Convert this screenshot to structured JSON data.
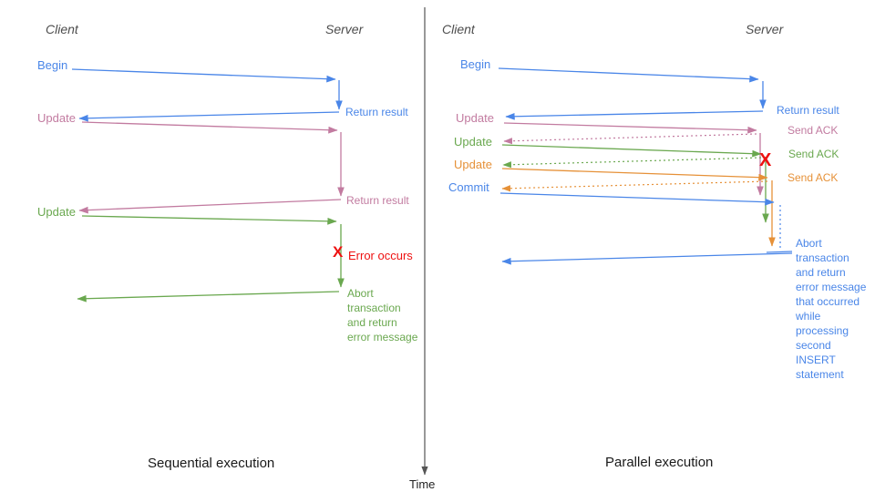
{
  "palette": {
    "blue": "#4a86e8",
    "pink": "#c27ba0",
    "green": "#6aa84f",
    "orange": "#e69138",
    "red": "#ee1111",
    "axis": "#555555"
  },
  "left": {
    "client_header": "Client",
    "server_header": "Server",
    "caption": "Sequential execution",
    "begin_label": "Begin",
    "return_result1": "Return result",
    "update1_label": "Update",
    "return_result2": "Return result",
    "update2_label": "Update",
    "error_marker": "X",
    "error_label": "Error occurs",
    "abort_note_lines": [
      "Abort",
      "transaction",
      "and return",
      "error message"
    ]
  },
  "right": {
    "client_header": "Client",
    "server_header": "Server",
    "caption": "Parallel execution",
    "begin_label": "Begin",
    "return_result": "Return result",
    "update1_label": "Update",
    "send_ack1": "Send ACK",
    "update2_label": "Update",
    "send_ack2": "Send ACK",
    "update3_label": "Update",
    "send_ack3": "Send ACK",
    "commit_label": "Commit",
    "error_marker": "X",
    "abort_note_lines": [
      "Abort",
      "transaction",
      "and return",
      "error message",
      "that occurred",
      "while",
      "processing",
      "second",
      "INSERT",
      "statement"
    ]
  },
  "time_axis": {
    "label": "Time"
  }
}
